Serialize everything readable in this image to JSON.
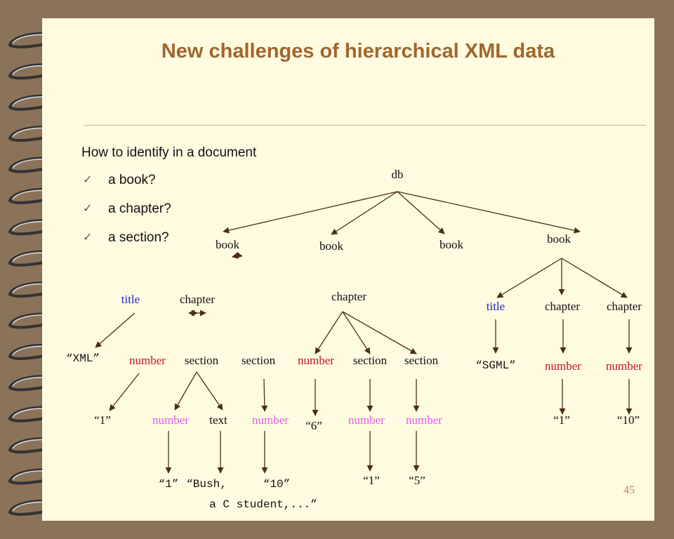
{
  "slide": {
    "title": "New challenges of hierarchical XML data",
    "prompt": "How to identify in a document",
    "bullets": [
      "a book?",
      "a chapter?",
      "a section?"
    ],
    "page_number": "45"
  },
  "colors": {
    "background": "#8b7359",
    "page": "#fffbe1",
    "title": "#a0662d",
    "element_node": "#111111",
    "title_node": "#2222cc",
    "number_node": "#c8102e",
    "subnumber_node": "#e35cf0",
    "edge": "#4a2e16",
    "page_number": "#b88a5a"
  },
  "tree": {
    "nodes": [
      {
        "id": "db",
        "label": "db",
        "kind": "element"
      },
      {
        "id": "b1",
        "label": "book",
        "kind": "element"
      },
      {
        "id": "b2",
        "label": "book",
        "kind": "element"
      },
      {
        "id": "b3",
        "label": "book",
        "kind": "element"
      },
      {
        "id": "b4",
        "label": "book",
        "kind": "element"
      },
      {
        "id": "t1",
        "label": "title",
        "kind": "title"
      },
      {
        "id": "c1",
        "label": "chapter",
        "kind": "element"
      },
      {
        "id": "c2",
        "label": "chapter",
        "kind": "element"
      },
      {
        "id": "xml",
        "label": "“XML”",
        "kind": "mono"
      },
      {
        "id": "n1",
        "label": "number",
        "kind": "number"
      },
      {
        "id": "s1",
        "label": "section",
        "kind": "element"
      },
      {
        "id": "s2",
        "label": "section",
        "kind": "element"
      },
      {
        "id": "v1",
        "label": "“1”",
        "kind": "value"
      },
      {
        "id": "sn1",
        "label": "number",
        "kind": "subnumber"
      },
      {
        "id": "tx",
        "label": "text",
        "kind": "element"
      },
      {
        "id": "v1b",
        "label": "“1”",
        "kind": "mono"
      },
      {
        "id": "bush",
        "label": "“Bush,",
        "kind": "mono"
      },
      {
        "id": "bush2",
        "label": "a C student,...”",
        "kind": "mono"
      },
      {
        "id": "sn2",
        "label": "number",
        "kind": "subnumber"
      },
      {
        "id": "v10",
        "label": "“10”",
        "kind": "mono"
      },
      {
        "id": "n2",
        "label": "number",
        "kind": "number"
      },
      {
        "id": "s3",
        "label": "section",
        "kind": "element"
      },
      {
        "id": "s4",
        "label": "section",
        "kind": "element"
      },
      {
        "id": "v6",
        "label": "“6”",
        "kind": "value"
      },
      {
        "id": "sn3",
        "label": "number",
        "kind": "subnumber"
      },
      {
        "id": "sn4",
        "label": "number",
        "kind": "subnumber"
      },
      {
        "id": "v1c",
        "label": "“1”",
        "kind": "value"
      },
      {
        "id": "v5",
        "label": "“5”",
        "kind": "value"
      },
      {
        "id": "t4",
        "label": "title",
        "kind": "title"
      },
      {
        "id": "c4a",
        "label": "chapter",
        "kind": "element"
      },
      {
        "id": "c4b",
        "label": "chapter",
        "kind": "element"
      },
      {
        "id": "sgml",
        "label": "“SGML”",
        "kind": "mono"
      },
      {
        "id": "n4a",
        "label": "number",
        "kind": "number"
      },
      {
        "id": "n4b",
        "label": "number",
        "kind": "number"
      },
      {
        "id": "v1d",
        "label": "“1”",
        "kind": "value"
      },
      {
        "id": "v10b",
        "label": "“10”",
        "kind": "value"
      }
    ],
    "edges": [
      [
        "db",
        "b1"
      ],
      [
        "db",
        "b2"
      ],
      [
        "db",
        "b3"
      ],
      [
        "db",
        "b4"
      ],
      [
        "b1",
        "t1"
      ],
      [
        "b1",
        "c1"
      ],
      [
        "b1",
        "c2"
      ],
      [
        "t1",
        "xml"
      ],
      [
        "c1",
        "n1"
      ],
      [
        "c1",
        "s1"
      ],
      [
        "c1",
        "s2"
      ],
      [
        "n1",
        "v1"
      ],
      [
        "s1",
        "sn1"
      ],
      [
        "s1",
        "tx"
      ],
      [
        "sn1",
        "v1b"
      ],
      [
        "tx",
        "bush"
      ],
      [
        "s2",
        "sn2"
      ],
      [
        "sn2",
        "v10"
      ],
      [
        "c2",
        "n2"
      ],
      [
        "c2",
        "s3"
      ],
      [
        "c2",
        "s4"
      ],
      [
        "n2",
        "v6"
      ],
      [
        "s3",
        "sn3"
      ],
      [
        "s4",
        "sn4"
      ],
      [
        "sn3",
        "v1c"
      ],
      [
        "sn4",
        "v5"
      ],
      [
        "b4",
        "t4"
      ],
      [
        "b4",
        "c4a"
      ],
      [
        "b4",
        "c4b"
      ],
      [
        "t4",
        "sgml"
      ],
      [
        "c4a",
        "n4a"
      ],
      [
        "c4b",
        "n4b"
      ],
      [
        "n4a",
        "v1d"
      ],
      [
        "n4b",
        "v10b"
      ]
    ]
  }
}
